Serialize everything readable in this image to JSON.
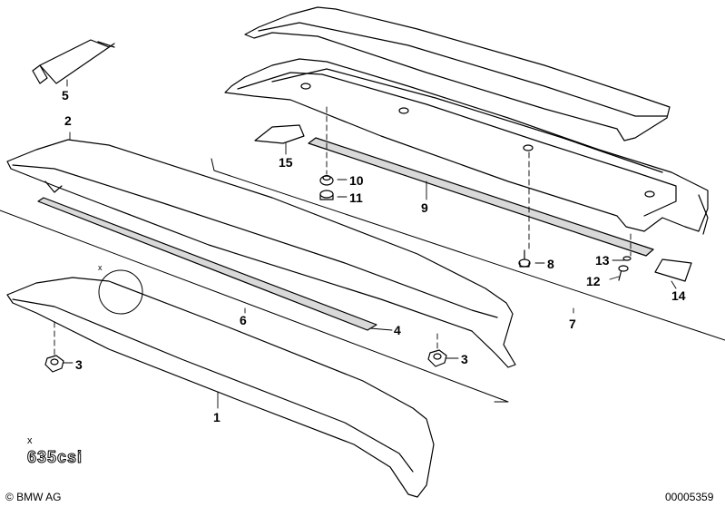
{
  "callouts": {
    "c1": "1",
    "c2": "2",
    "c3a": "3",
    "c3b": "3",
    "c4": "4",
    "c5": "5",
    "c6": "6",
    "c7": "7",
    "c8": "8",
    "c9": "9",
    "c10": "10",
    "c11": "11",
    "c12": "12",
    "c13": "13",
    "c14": "14",
    "c15": "15"
  },
  "detail_markers": {
    "circle_mark": "x",
    "badge_mark": "x"
  },
  "badge_text": "635csi",
  "footer": {
    "copyright": "© BMW AG",
    "ref_number": "00005359"
  },
  "colors": {
    "line": "#000000",
    "background": "#ffffff",
    "shade": "#d9d9d9"
  }
}
